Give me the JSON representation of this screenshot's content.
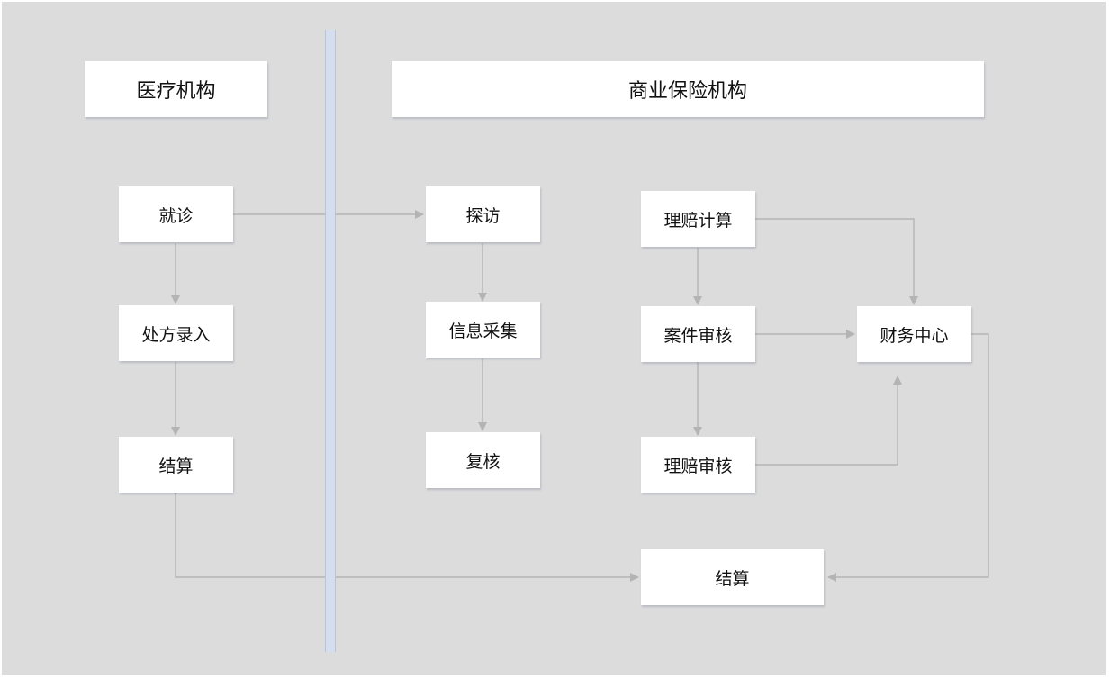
{
  "headers": {
    "medical": "医疗机构",
    "insurance": "商业保险机构"
  },
  "nodes": {
    "visit": "就诊",
    "prescription": "处方录入",
    "settle_medical": "结算",
    "survey": "探访",
    "info_collect": "信息采集",
    "recheck": "复核",
    "claim_calc": "理赔计算",
    "case_review": "案件审核",
    "claim_review": "理赔审核",
    "finance": "财务中心",
    "settle_insurance": "结算"
  },
  "colors": {
    "background": "#dcdcdc",
    "box": "#ffffff",
    "connector": "#b4b4b4",
    "divider": "#d5deef"
  }
}
